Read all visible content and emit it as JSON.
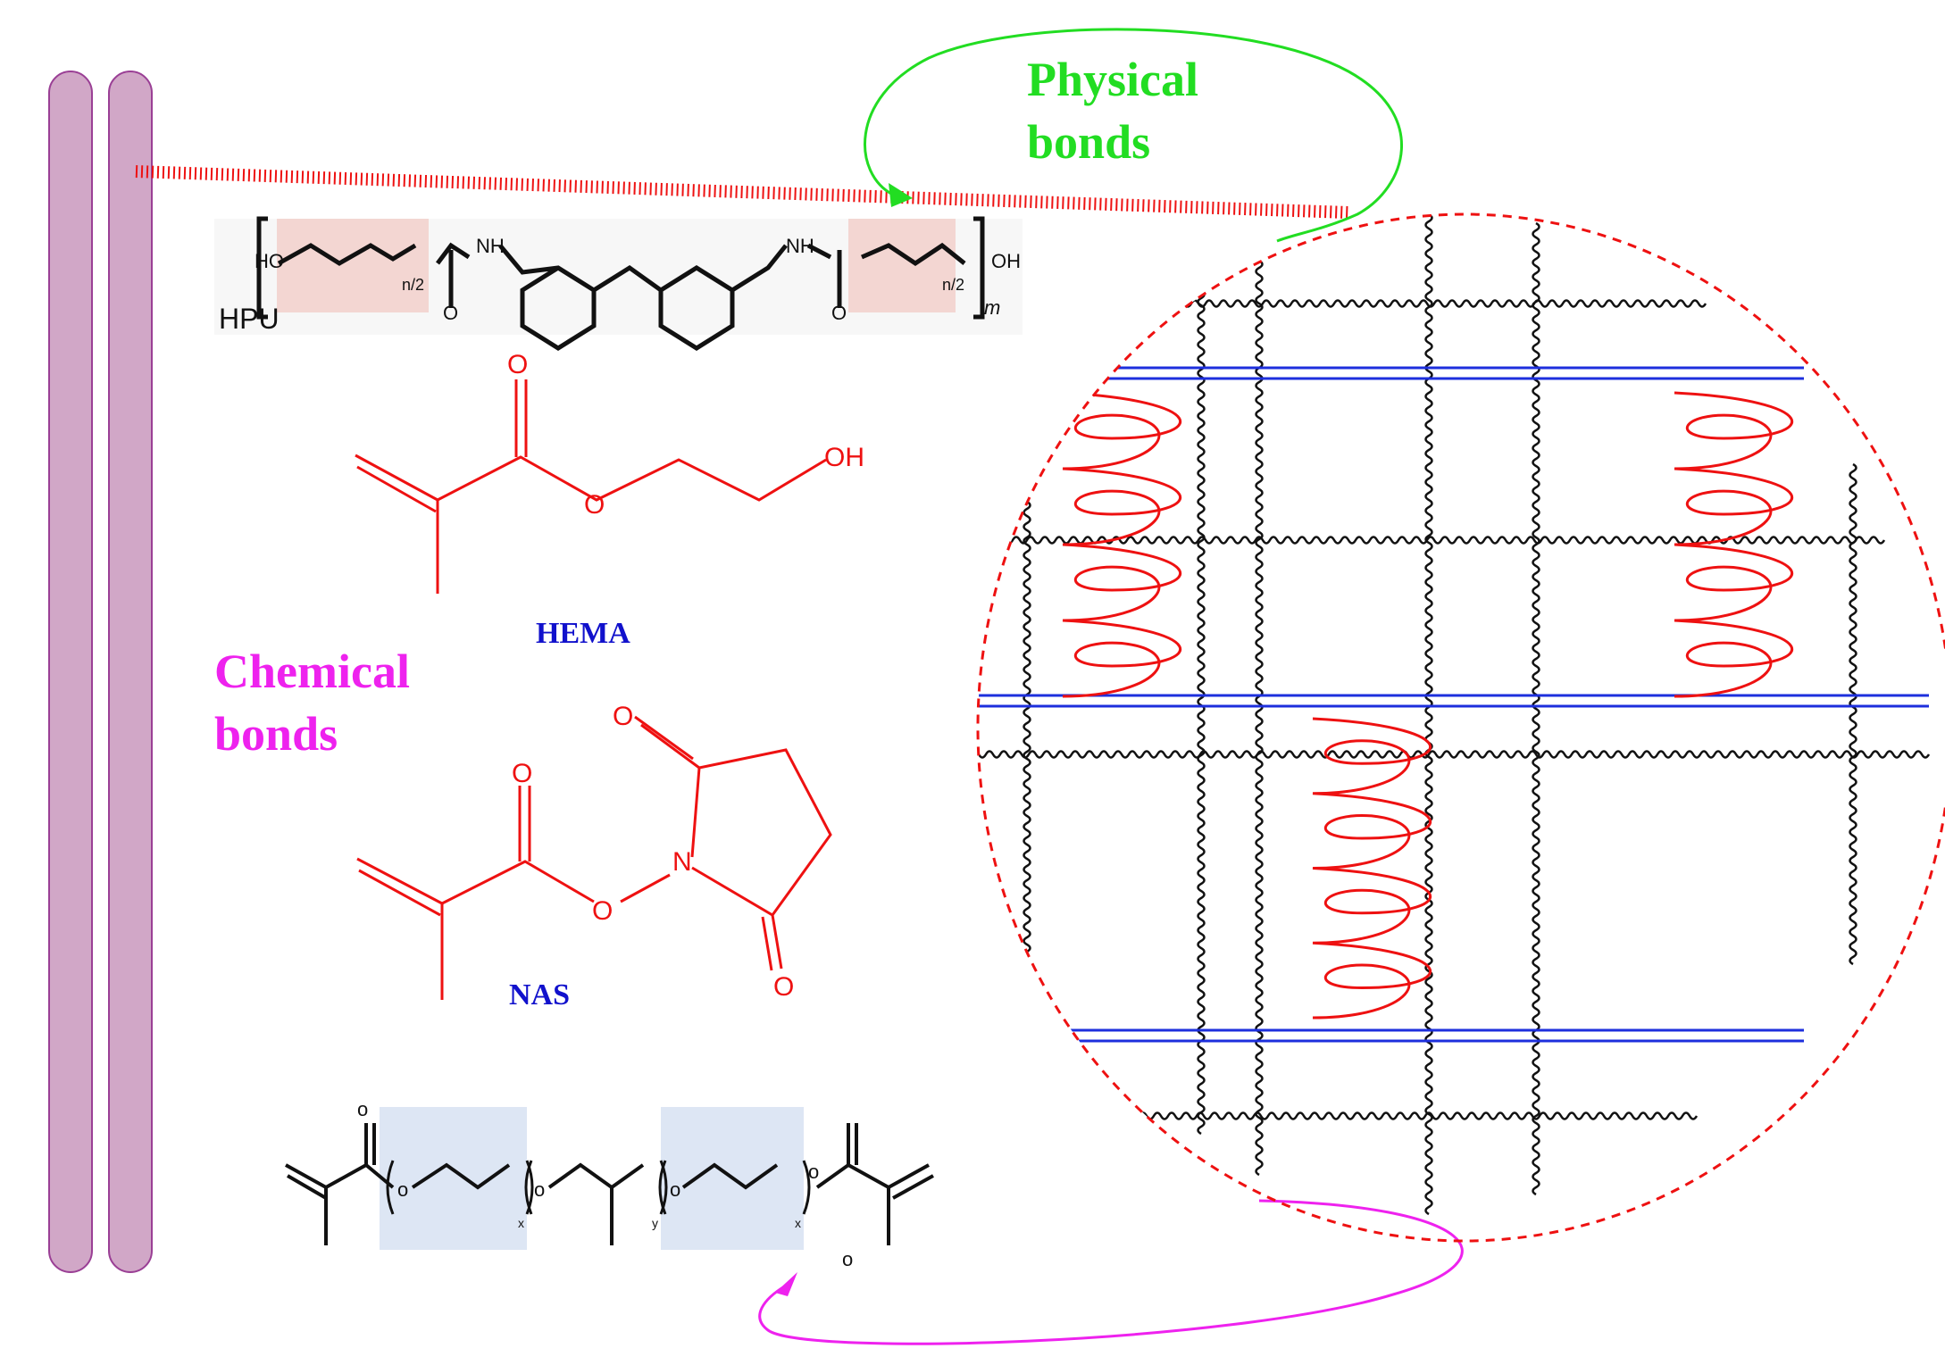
{
  "labels": {
    "physical_bonds_line1": "Physical",
    "physical_bonds_line2": "bonds",
    "chemical_bonds_line1": "Chemical",
    "chemical_bonds_line2": "bonds",
    "hema": "HEMA",
    "nas": "NAS",
    "hpu": "HPU"
  },
  "structures": {
    "hpu": {
      "ho": "HO",
      "oh": "OH",
      "nh_left": "NH",
      "nh_right": "NH",
      "o": "O",
      "n2_left": "n/2",
      "n2_right": "n/2",
      "m": "m"
    },
    "hema": {
      "o_carbonyl": "O",
      "o_ester": "O",
      "oh": "OH"
    },
    "nas": {
      "o_carbonyl": "O",
      "o_ester": "O",
      "n": "N",
      "o_top": "O",
      "o_bottom": "O"
    },
    "peg_dma": {
      "o": "o",
      "x": "x",
      "y": "y"
    }
  },
  "colors": {
    "physical_green": "#22dd22",
    "chemical_magenta": "#ee22ee",
    "structure_red": "#ee1111",
    "label_blue": "#1111cc",
    "fiber_purple": "#d1a7c7",
    "fiber_edge": "#9a3f95",
    "network_blue": "#1d2fdd"
  }
}
